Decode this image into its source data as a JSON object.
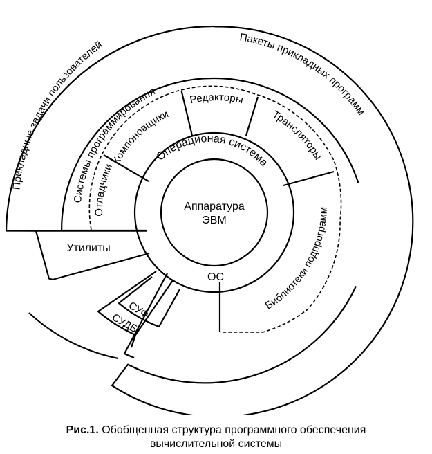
{
  "diagram": {
    "core_line1": "Аппаратура",
    "core_line2": "ЭВМ",
    "os_ring": "Операционая система",
    "os_short": "ОС",
    "editors": "Редакторы",
    "translators": "Трансляторы",
    "linkers": "Компоновщики",
    "debuggers": "Отладчики",
    "libraries": "Библиотеки подпрограмм",
    "prog_systems": "Системы программирования",
    "app_tasks": "Прикладные задачи пользователей",
    "app_packages": "Пакеты прикладных программ",
    "utilities": "Утилиты",
    "suf": "СУФ",
    "sudb": "СУДБ"
  },
  "caption": {
    "label": "Рис.1.",
    "line1": "Обобщенная структура программного обеспечения",
    "line2": "вычислительной системы"
  }
}
